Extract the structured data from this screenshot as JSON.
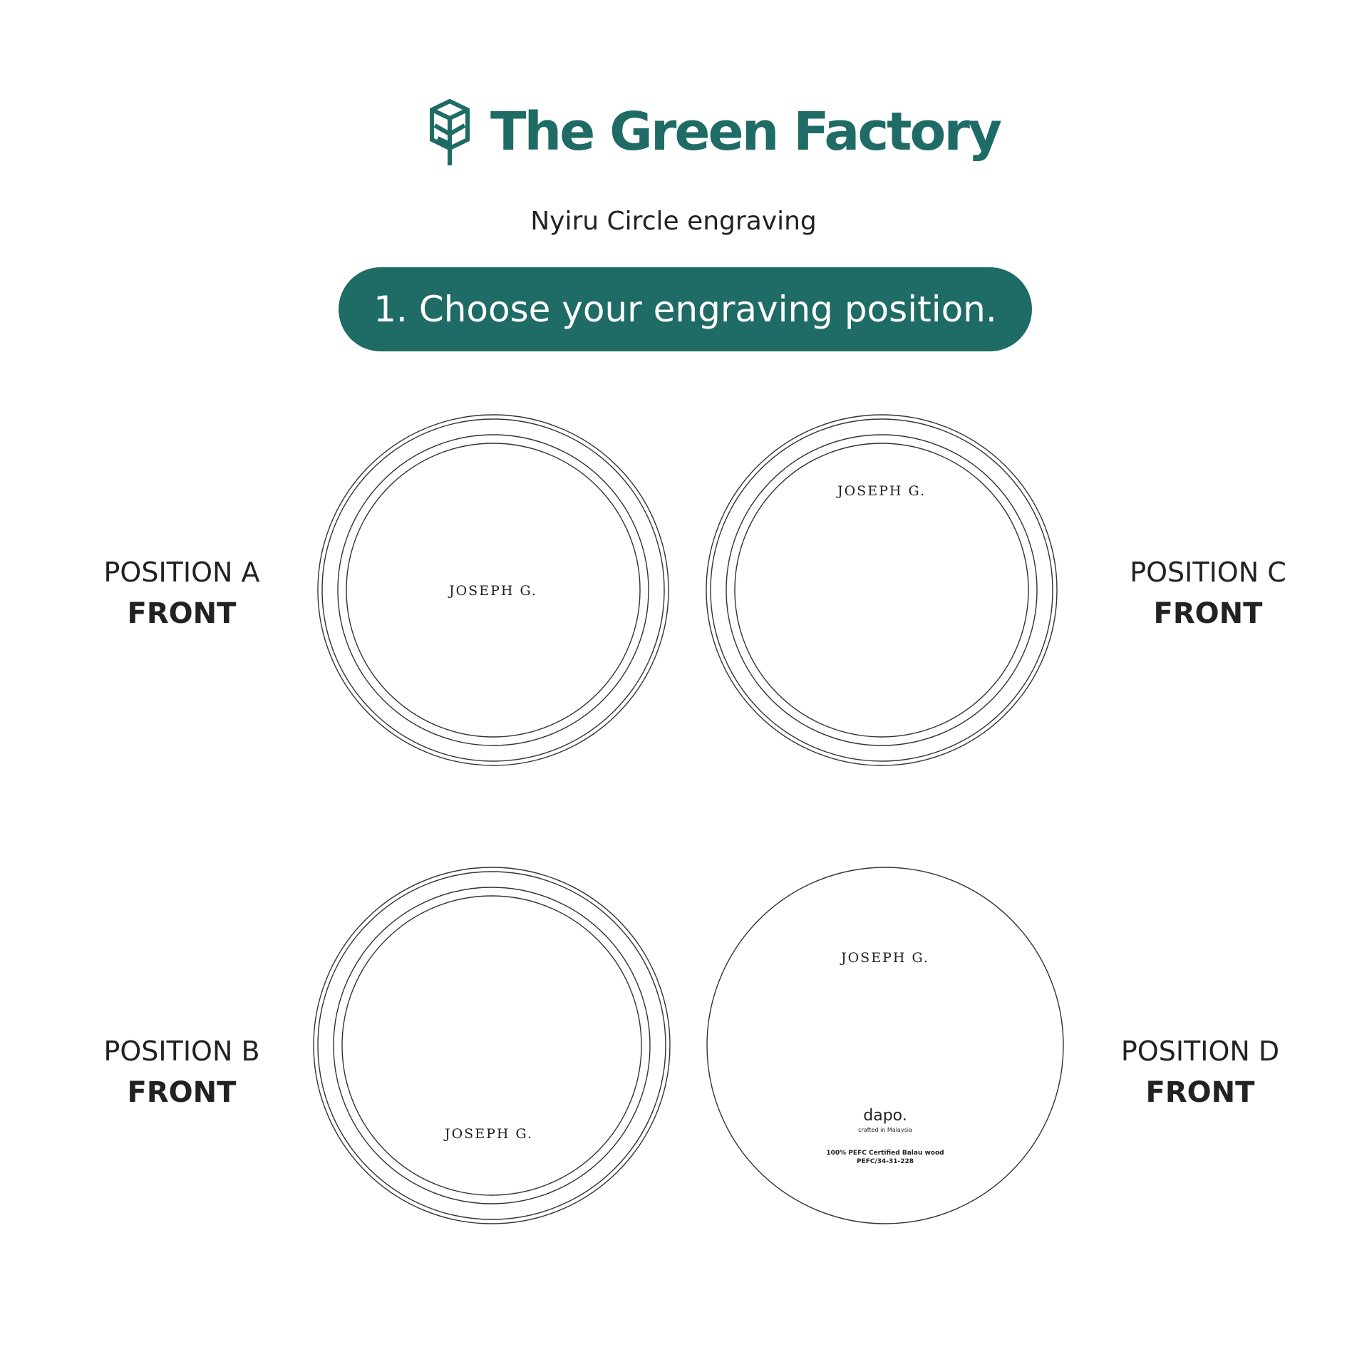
{
  "brand": {
    "name": "The Green Factory",
    "logo_icon": "wooden-box-tree-icon",
    "color": "#1f6b65"
  },
  "subtitle": "Nyiru Circle engraving",
  "step": {
    "label": "1. Choose your engraving position."
  },
  "positions": [
    {
      "name": "POSITION A",
      "side": "FRONT",
      "engraving": "JOSEPH G."
    },
    {
      "name": "POSITION C",
      "side": "FRONT",
      "engraving": "JOSEPH G."
    },
    {
      "name": "POSITION B",
      "side": "FRONT",
      "engraving": "JOSEPH G."
    },
    {
      "name": "POSITION D",
      "side": "FRONT",
      "engraving": "JOSEPH G."
    }
  ],
  "back_stamp": {
    "logo_text": "dapo.",
    "tagline": "crafted in Malaysia",
    "cert_line1": "100% PEFC Certified Balau wood",
    "cert_line2": "PEFC/34-31-228"
  }
}
